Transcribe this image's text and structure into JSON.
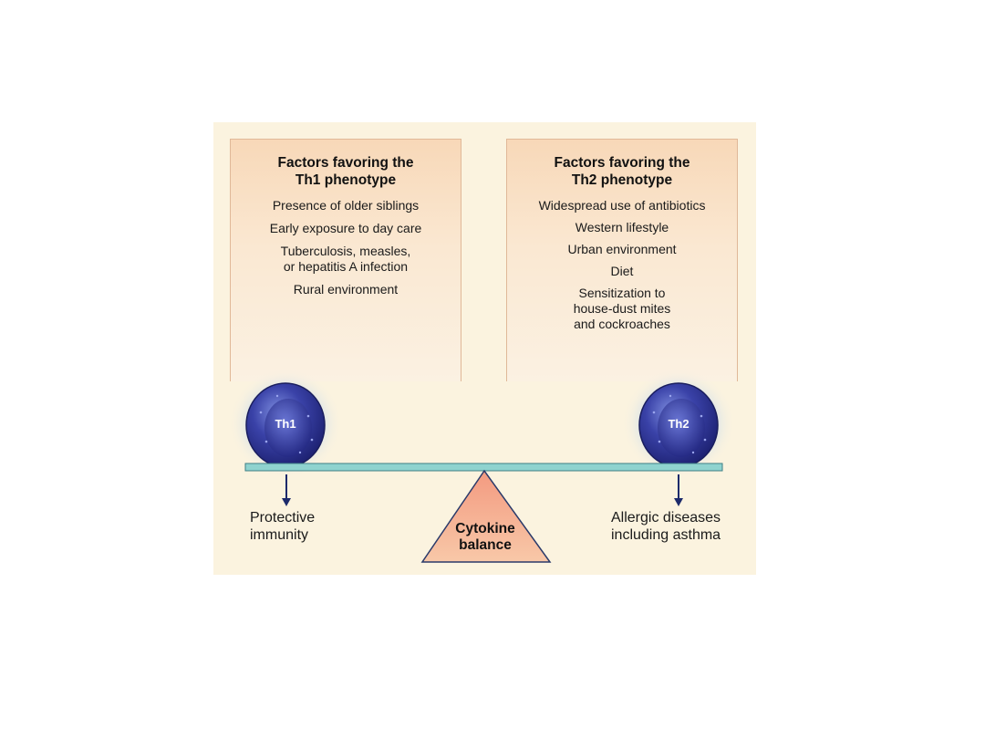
{
  "left_panel": {
    "title": "Factors favoring the\nTh1 phenotype",
    "items": [
      "Presence of older siblings",
      "Early exposure to day care",
      "Tuberculosis, measles,\nor hepatitis A infection",
      "Rural environment"
    ]
  },
  "right_panel": {
    "title": "Factors favoring the\nTh2 phenotype",
    "items": [
      "Widespread use of antibiotics",
      "Western lifestyle",
      "Urban environment",
      "Diet",
      "Sensitization to\nhouse-dust mites\nand cockroaches"
    ]
  },
  "cells": {
    "left": "Th1",
    "right": "Th2"
  },
  "outcomes": {
    "left": "Protective\nimmunity",
    "right": "Allergic diseases\nincluding asthma"
  },
  "fulcrum": {
    "label": "Cytokine\nbalance"
  },
  "colors": {
    "background": "#fbf3df",
    "panel_border": "#e0b898",
    "beam": "#8fd3cf",
    "fulcrum": "#f2a58a",
    "cell": "#2b2f8e",
    "arrow": "#1c2a6b"
  }
}
